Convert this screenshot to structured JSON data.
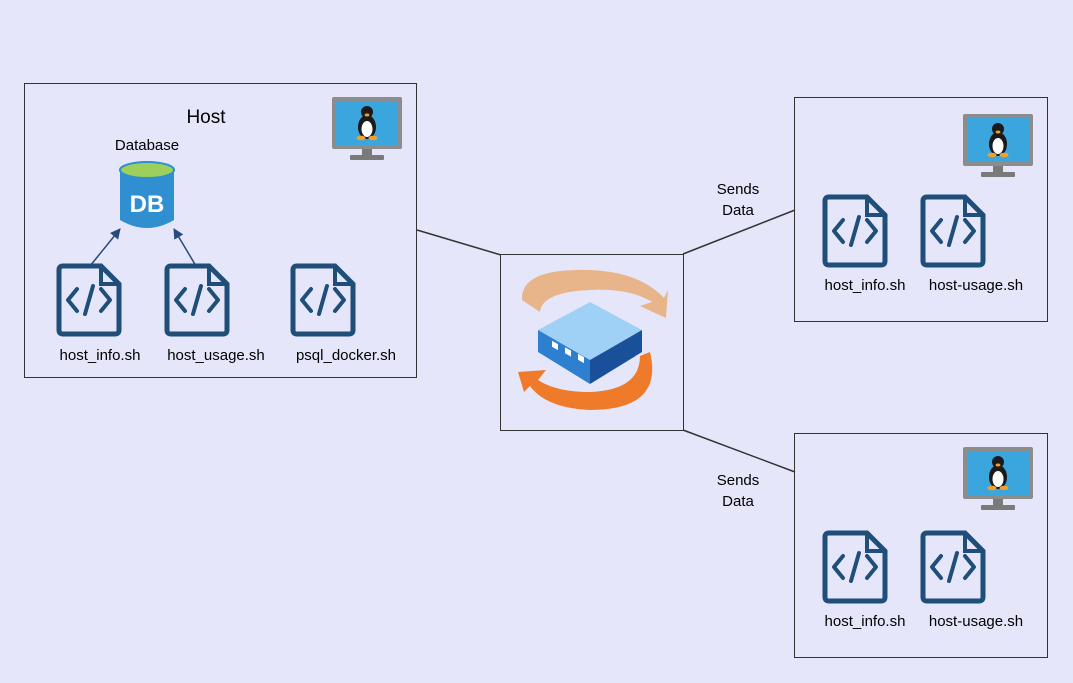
{
  "host": {
    "title": "Host",
    "database_label": "Database",
    "db_text": "DB",
    "scripts": [
      "host_info.sh",
      "host_usage.sh",
      "psql_docker.sh"
    ]
  },
  "remote_nodes": [
    {
      "scripts": [
        "host_info.sh",
        "host-usage.sh"
      ],
      "edge_label": [
        "Sends",
        "Data"
      ]
    },
    {
      "scripts": [
        "host_info.sh",
        "host-usage.sh"
      ],
      "edge_label": [
        "Sends",
        "Data"
      ]
    }
  ],
  "icons": {
    "monitor": "linux-monitor-icon",
    "script": "code-file-icon",
    "database": "database-icon",
    "switch": "network-switch-sync-icon"
  },
  "colors": {
    "background": "#e6e6fa",
    "icon_blue": "#1f4e79",
    "db_blue": "#2f8fd0",
    "orange": "#ef7a2a"
  }
}
